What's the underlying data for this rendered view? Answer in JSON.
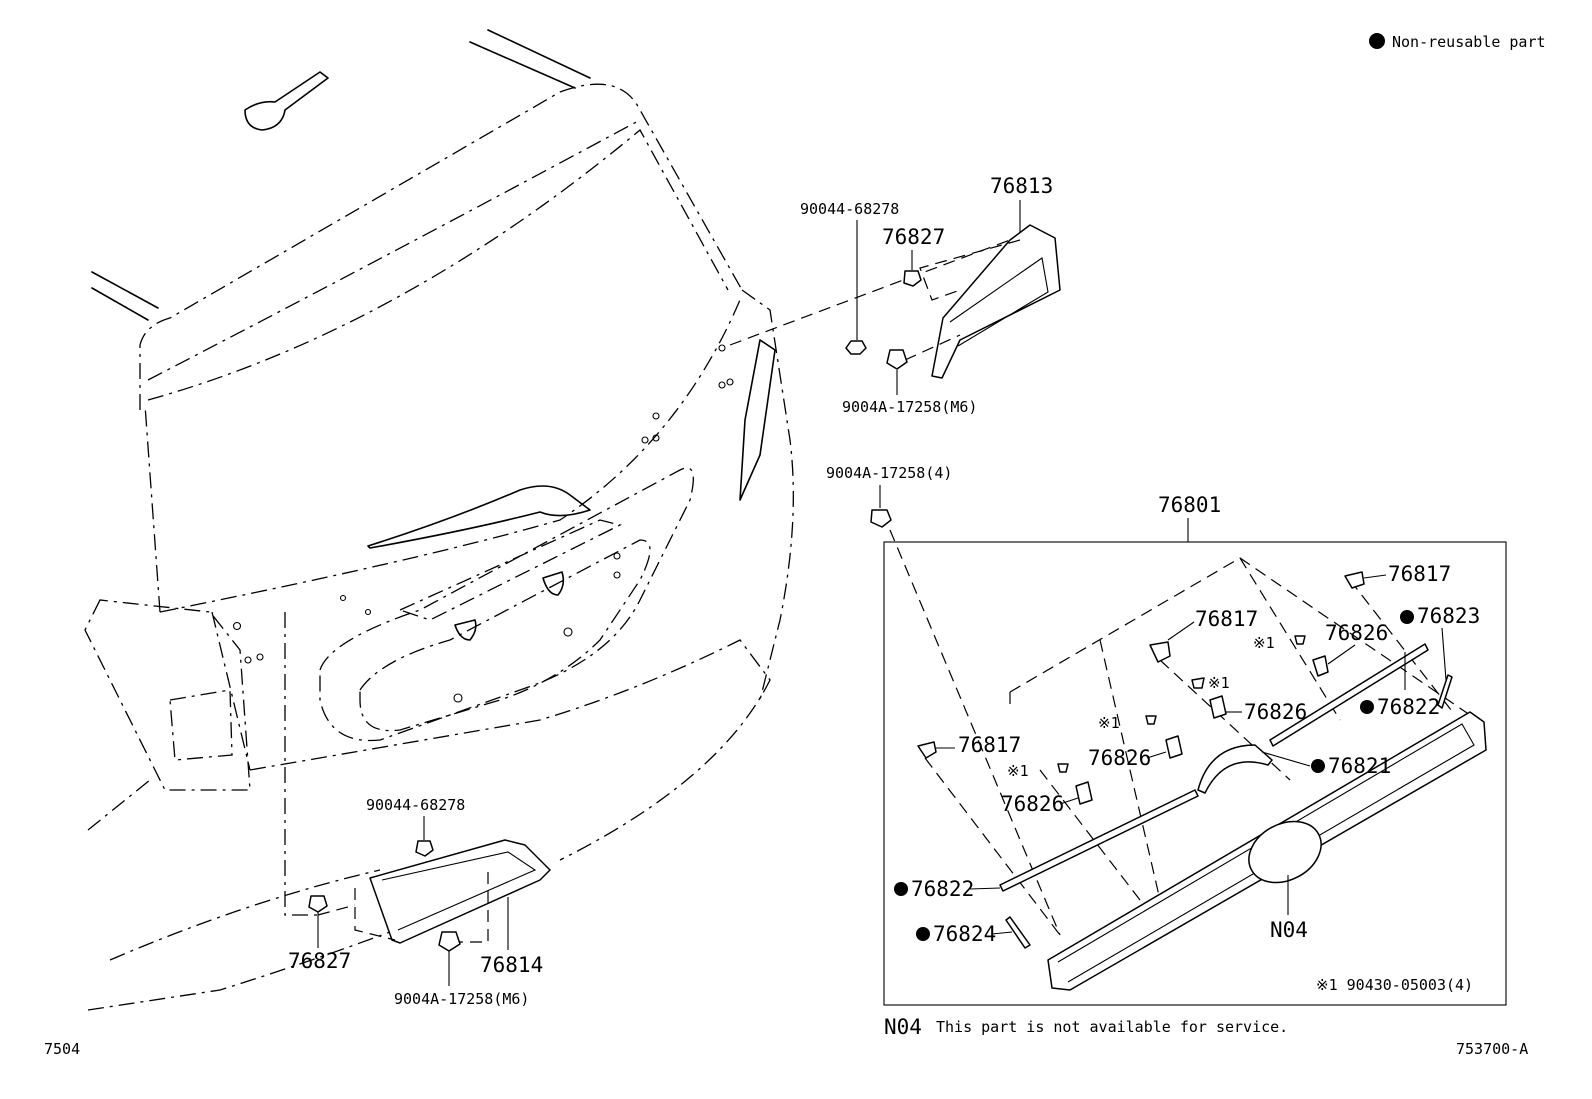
{
  "legend": {
    "dot_text": "Non-reusable part"
  },
  "labels": {
    "p76813": "76813",
    "p90044_top": "90044-68278",
    "p76827_top": "76827",
    "p9004A_m6_top": "9004A-17258(M6)",
    "p9004A_4": "9004A-17258(4)",
    "p76801": "76801",
    "p76817_a": "76817",
    "p76817_b": "76817",
    "p76817_c": "76817",
    "p76823": "76823",
    "p76826_a": "76826",
    "p76826_b": "76826",
    "p76826_c": "76826",
    "p76826_d": "76826",
    "p76822_a": "76822",
    "p76822_b": "76822",
    "p76821": "76821",
    "p76824": "76824",
    "n04": "N04",
    "x1_a": "※1",
    "x1_b": "※1",
    "x1_c": "※1",
    "x1_d": "※1",
    "x1_footnote": "※1 90430-05003(4)",
    "p90044_bot": "90044-68278",
    "p76827_bot": "76827",
    "p76814": "76814",
    "p9004A_m6_bot": "9004A-17258(M6)"
  },
  "notes": {
    "n04_code": "N04",
    "n04_text": "This part is not available for service."
  },
  "footer": {
    "left_code": "7504",
    "right_code": "753700-A"
  }
}
